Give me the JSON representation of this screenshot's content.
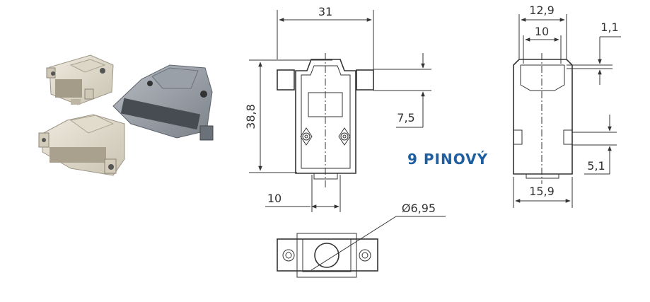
{
  "drawing": {
    "label": "9 PINOVÝ",
    "label_color": "#1f5fa0",
    "line_color": "#333333"
  },
  "dimensions": {
    "width_31": "31",
    "height_38_8": "38,8",
    "tab_7_5": "7,5",
    "bottom_10": "10",
    "top_12_9": "12,9",
    "inner_10": "10",
    "side_1_1": "1,1",
    "side_5_1": "5,1",
    "bottom_15_9": "15,9",
    "diameter": "Ø6,95"
  },
  "photos": {
    "items": [
      "small-beige-hood",
      "gray-hood",
      "large-beige-hood"
    ]
  }
}
